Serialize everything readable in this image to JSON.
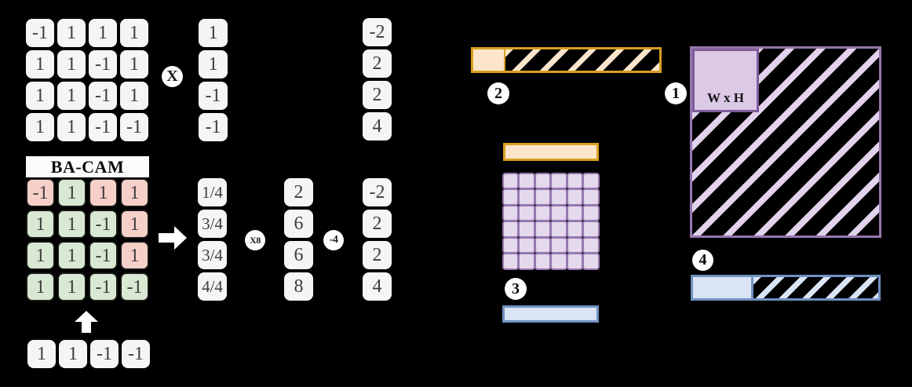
{
  "left_panel": {
    "activation_matrix": {
      "rows": [
        [
          "-1",
          "1",
          "1",
          "1"
        ],
        [
          "1",
          "1",
          "-1",
          "1"
        ],
        [
          "1",
          "1",
          "-1",
          "1"
        ],
        [
          "1",
          "1",
          "-1",
          "-1"
        ]
      ]
    },
    "multiply_symbol": "X",
    "weight_vector_top": [
      "1",
      "1",
      "-1",
      "-1"
    ],
    "cam_result_vector_top": [
      "-2",
      "2",
      "2",
      "4"
    ],
    "bacam": {
      "title": "BA-CAM",
      "rows": [
        [
          "-1",
          "1",
          "1",
          "1"
        ],
        [
          "1",
          "1",
          "-1",
          "1"
        ],
        [
          "1",
          "1",
          "-1",
          "1"
        ],
        [
          "1",
          "1",
          "-1",
          "-1"
        ]
      ],
      "cell_states": [
        [
          "mismatch",
          "match",
          "mismatch",
          "mismatch"
        ],
        [
          "match",
          "match",
          "match",
          "mismatch"
        ],
        [
          "match",
          "match",
          "match",
          "mismatch"
        ],
        [
          "match",
          "match",
          "match",
          "match"
        ]
      ]
    },
    "weight_vector_bottom": [
      "1",
      "1",
      "-1",
      "-1"
    ],
    "match_ratio_vector": [
      "1/4",
      "3/4",
      "3/4",
      "4/4"
    ],
    "scale_symbol": "X8",
    "scaled_vector": [
      "2",
      "6",
      "6",
      "8"
    ],
    "offset_symbol": "-4",
    "final_result_vector": [
      "-2",
      "2",
      "2",
      "4"
    ]
  },
  "right_panel": {
    "step1": {
      "number": "1",
      "inner_label": "W x H"
    },
    "step2": {
      "number": "2"
    },
    "step3": {
      "number": "3"
    },
    "step4": {
      "number": "4"
    }
  },
  "colors": {
    "cell_bg": "#f5f5f4",
    "cell_text": "#3c3c3c",
    "match_green": "#d9e8d2",
    "mismatch_pink": "#f7cfc9",
    "orange_border": "#d8a020",
    "orange_fill": "#fce5cb",
    "purple_border": "#9678ae",
    "purple_dark_border": "#7d5c99",
    "purple_fill": "#dcc9e6",
    "purple_grid_fill": "#e4d9ed",
    "purple_hatch": "#e2d2ec",
    "blue_border": "#7090c0",
    "blue_fill": "#d9e5f5"
  }
}
